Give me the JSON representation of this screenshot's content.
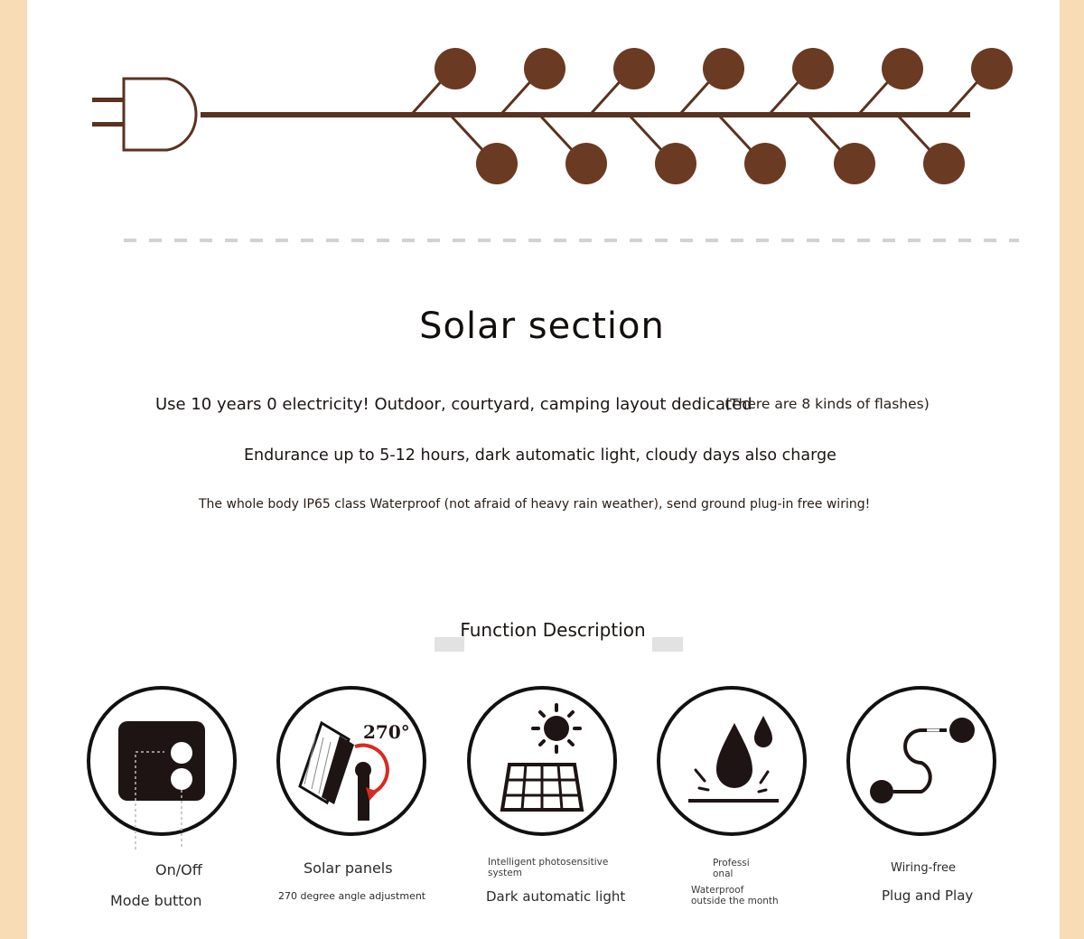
{
  "heading": "Solar section",
  "intro": {
    "line1": "Use 10 years 0 electricity! Outdoor, courtyard, camping layout dedicated",
    "line1_note": "(There are 8 kinds of flashes)",
    "line2": "Endurance up to 5-12 hours, dark automatic light, cloudy days also charge",
    "line3": "The whole body IP65 class Waterproof (not afraid of heavy rain weather), send ground plug-in free wiring!"
  },
  "function_title": "Function Description",
  "features": {
    "mode": {
      "icon": "mode-button-icon",
      "top_label": "On/Off",
      "bottom_label": "Mode button"
    },
    "solar": {
      "icon": "solar-panel-icon",
      "angle_text": "270°",
      "top_label": "Solar panels",
      "bottom_label": "270 degree angle adjustment"
    },
    "dark": {
      "icon": "sun-solar-grid-icon",
      "small_label": "Intelligent photosensitive system",
      "bottom_label": "Dark automatic light"
    },
    "waterproof": {
      "icon": "water-drop-icon",
      "small_label_top": "Professi onal",
      "small_label_bottom": "Waterproof outside the month"
    },
    "wiring": {
      "icon": "wiring-icon",
      "top_label": "Wiring-free",
      "bottom_label": "Plug and Play"
    }
  },
  "colors": {
    "bulb": "#6b3a22",
    "accent_red": "#d82a20",
    "side": "#f7dcb6"
  }
}
